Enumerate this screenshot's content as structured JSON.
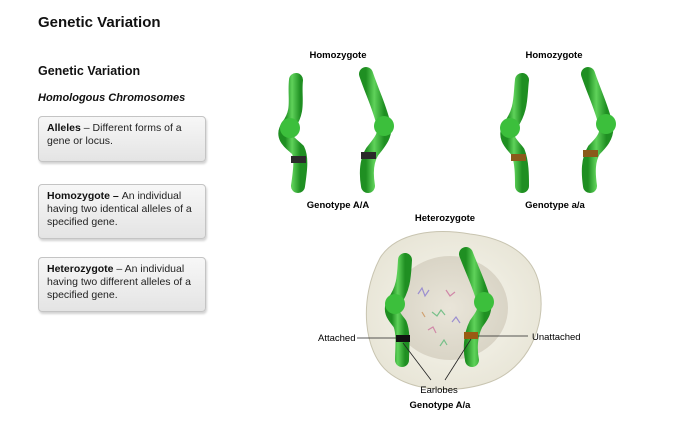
{
  "page": {
    "title": "Genetic Variation",
    "section_title": "Genetic Variation",
    "subtitle": "Homologous Chromosomes"
  },
  "definitions": [
    {
      "term": "Alleles",
      "separator": " – ",
      "text": "Different forms of a gene or locus."
    },
    {
      "term": "Homozygote",
      "separator": " – ",
      "text": "An individual having two identical alleles of a specified gene."
    },
    {
      "term": "Heterozygote",
      "separator": " – ",
      "text": "An individual having two different alleles of a specified gene."
    }
  ],
  "diagram": {
    "homozygote_left": {
      "label": "Homozygote",
      "genotype": "Genotype A/A",
      "band_color": "#2a2a2a"
    },
    "homozygote_right": {
      "label": "Homozygote",
      "genotype": "Genotype a/a",
      "band_color": "#8a5a1a"
    },
    "heterozygote": {
      "label": "Heterozygote",
      "genotype": "Genotype A/a",
      "trait_label": "Earlobes",
      "left_callout": "Attached",
      "right_callout": "Unattached",
      "band_dominant_color": "#111111",
      "band_recessive_color": "#9a5a12"
    },
    "colors": {
      "chromosome": "#3cbf3c",
      "chromosome_dark": "#1f8f22",
      "chromosome_light": "#8ee08a",
      "cell_fill": "#f1efe4",
      "nucleus_fill": "#e2ddd0"
    }
  }
}
